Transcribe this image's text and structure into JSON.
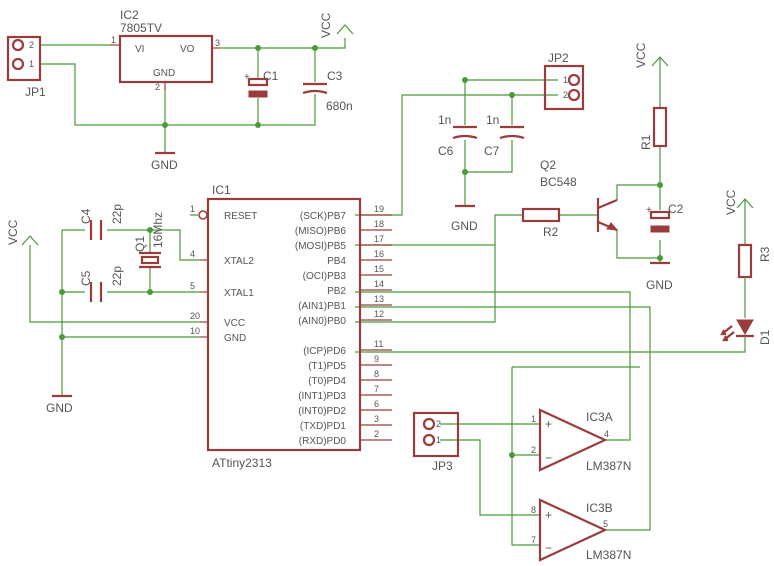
{
  "ic2": {
    "name": "IC2",
    "value": "7805TV",
    "vi": "VI",
    "vo": "VO",
    "gnd": "GND",
    "p1": "1",
    "p2": "2",
    "p3": "3"
  },
  "jp1": {
    "name": "JP1",
    "p1": "1",
    "p2": "2"
  },
  "jp2": {
    "name": "JP2",
    "p1": "1",
    "p2": "2"
  },
  "jp3": {
    "name": "JP3",
    "p1": "1",
    "p2": "2"
  },
  "c1": {
    "name": "C1"
  },
  "c2": {
    "name": "C2"
  },
  "c3": {
    "name": "C3",
    "value": "680n"
  },
  "c4": {
    "name": "C4",
    "value": "22p"
  },
  "c5": {
    "name": "C5",
    "value": "22p"
  },
  "c6": {
    "name": "C6",
    "value": "1n"
  },
  "c7": {
    "name": "C7",
    "value": "1n"
  },
  "q1": {
    "name": "Q1",
    "value": "16Mhz"
  },
  "q2": {
    "name": "Q2",
    "value": "BC548"
  },
  "r1": {
    "name": "R1"
  },
  "r2": {
    "name": "R2"
  },
  "r3": {
    "name": "R3"
  },
  "d1": {
    "name": "D1"
  },
  "vcc": "VCC",
  "gnd": "GND",
  "ic1": {
    "name": "IC1",
    "value": "ATtiny2313",
    "left_pins": [
      {
        "num": "1",
        "label": "RESET"
      },
      {
        "num": "4",
        "label": "XTAL2"
      },
      {
        "num": "5",
        "label": "XTAL1"
      },
      {
        "num": "20",
        "label": "VCC"
      },
      {
        "num": "10",
        "label": "GND"
      }
    ],
    "right_pins": [
      {
        "num": "19",
        "label": "(SCK)PB7"
      },
      {
        "num": "18",
        "label": "(MISO)PB6"
      },
      {
        "num": "17",
        "label": "(MOSI)PB5"
      },
      {
        "num": "16",
        "label": "PB4"
      },
      {
        "num": "15",
        "label": "(OCI)PB3"
      },
      {
        "num": "14",
        "label": "PB2"
      },
      {
        "num": "13",
        "label": "(AIN1)PB1"
      },
      {
        "num": "12",
        "label": "(AIN0)PB0"
      },
      {
        "num": "11",
        "label": "(ICP)PD6"
      },
      {
        "num": "9",
        "label": "(T1)PD5"
      },
      {
        "num": "8",
        "label": "(T0)PD4"
      },
      {
        "num": "7",
        "label": "(INT1)PD3"
      },
      {
        "num": "6",
        "label": "(INT0)PD2"
      },
      {
        "num": "3",
        "label": "(TXD)PD1"
      },
      {
        "num": "2",
        "label": "(RXD)PD0"
      }
    ]
  },
  "ic3a": {
    "name": "IC3A",
    "value": "LM387N",
    "plus": "+",
    "minus": "−",
    "p_plus": "1",
    "p_minus": "2",
    "p_out": "4"
  },
  "ic3b": {
    "name": "IC3B",
    "value": "LM387N",
    "plus": "+",
    "minus": "−",
    "p_plus": "8",
    "p_minus": "7",
    "p_out": "5"
  }
}
